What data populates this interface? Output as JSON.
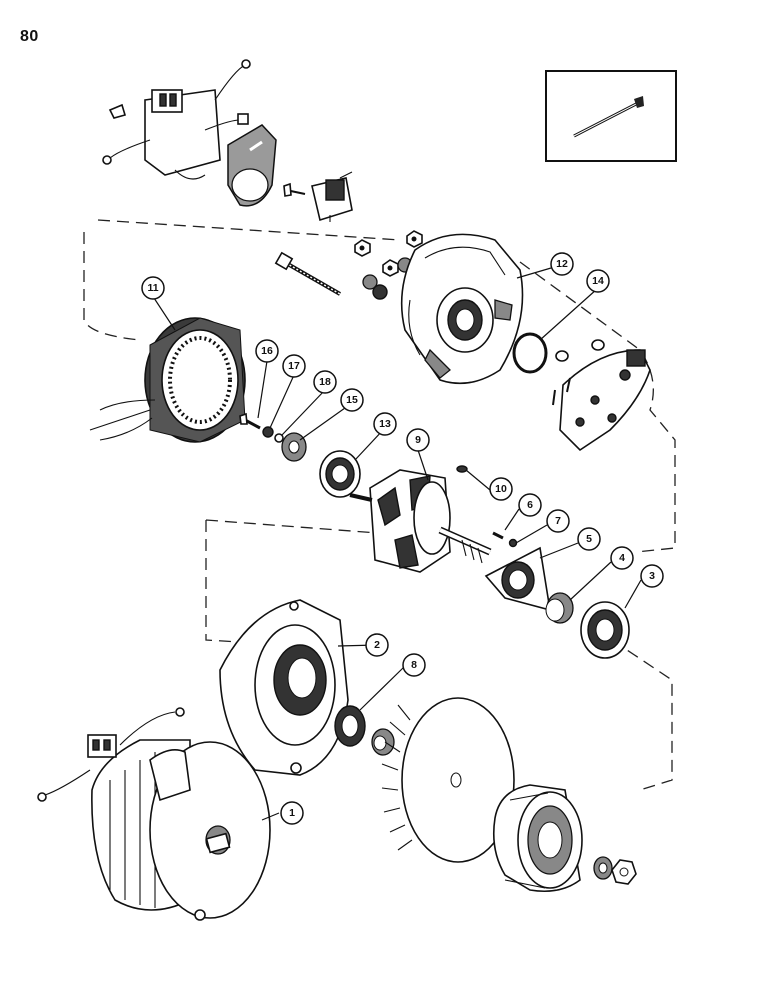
{
  "page_number": "80",
  "callouts": [
    {
      "id": "c1",
      "label": "1"
    },
    {
      "id": "c2",
      "label": "2"
    },
    {
      "id": "c3",
      "label": "3"
    },
    {
      "id": "c4",
      "label": "4"
    },
    {
      "id": "c5",
      "label": "5"
    },
    {
      "id": "c6",
      "label": "6"
    },
    {
      "id": "c7",
      "label": "7"
    },
    {
      "id": "c8",
      "label": "8"
    },
    {
      "id": "c9",
      "label": "9"
    },
    {
      "id": "c10",
      "label": "10"
    },
    {
      "id": "c11",
      "label": "11"
    },
    {
      "id": "c12",
      "label": "12"
    },
    {
      "id": "c13",
      "label": "13"
    },
    {
      "id": "c14",
      "label": "14"
    },
    {
      "id": "c15",
      "label": "15"
    },
    {
      "id": "c16",
      "label": "16"
    },
    {
      "id": "c17",
      "label": "17"
    },
    {
      "id": "c18",
      "label": "18"
    }
  ]
}
